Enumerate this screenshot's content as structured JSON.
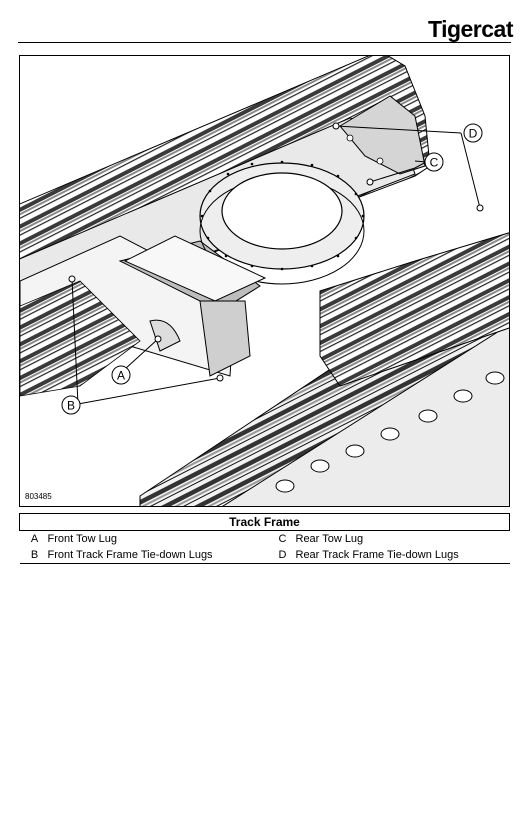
{
  "header": {
    "brand": "Tigercat"
  },
  "figure": {
    "number": "803485",
    "callouts": {
      "a": "A",
      "b": "B",
      "c": "C",
      "d": "D"
    }
  },
  "legend": {
    "title": "Track Frame",
    "rows": [
      {
        "key1": "A",
        "desc1": "Front Tow Lug",
        "key2": "C",
        "desc2": "Rear Tow Lug"
      },
      {
        "key1": "B",
        "desc1": "Front Track Frame Tie-down Lugs",
        "key2": "D",
        "desc2": "Rear Track Frame Tie-down Lugs"
      }
    ]
  }
}
